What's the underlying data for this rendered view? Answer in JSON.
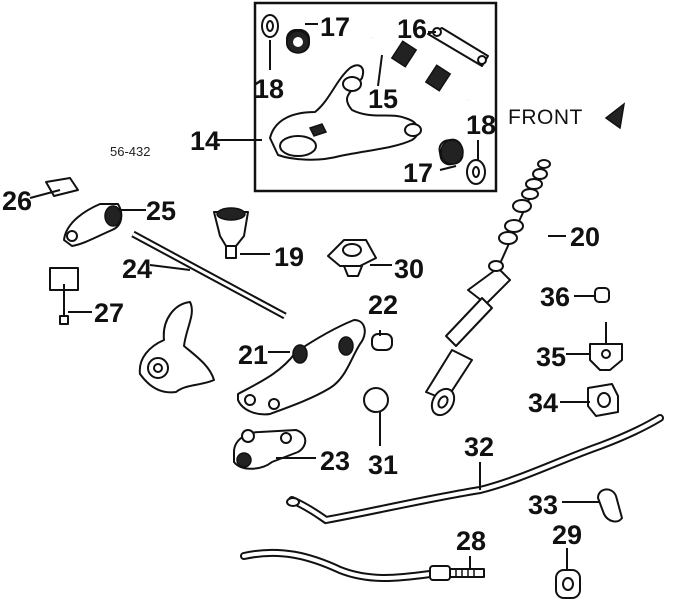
{
  "diagram": {
    "code": "56-432",
    "front_label": "FRONT",
    "callouts": [
      "14",
      "15",
      "16",
      "17",
      "17",
      "18",
      "18",
      "19",
      "20",
      "21",
      "22",
      "23",
      "24",
      "25",
      "26",
      "27",
      "28",
      "29",
      "30",
      "31",
      "32",
      "33",
      "34",
      "35",
      "36"
    ]
  }
}
